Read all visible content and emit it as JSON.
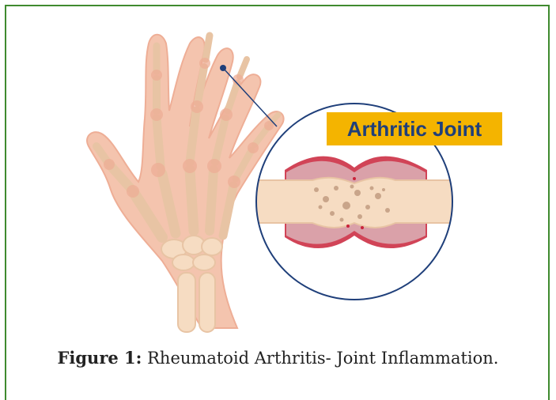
{
  "label": {
    "text": "Arthritic Joint"
  },
  "caption": {
    "prefix": "Figure 1:",
    "text": " Rheumatoid Arthritis- Joint Inflammation."
  },
  "colors": {
    "frame": "#3f8a2f",
    "label_bg": "#f4b400",
    "label_text": "#1f3f7a",
    "skin": "#f4c4ae",
    "skin_shade": "#eeae96",
    "bone": "#f6dcc2",
    "bone_shade": "#e8c4a4",
    "inflammation": "#c9233a",
    "circle_border": "#1f3f7a"
  },
  "icons": {
    "illustration": "arthritic-hand-illustration"
  }
}
